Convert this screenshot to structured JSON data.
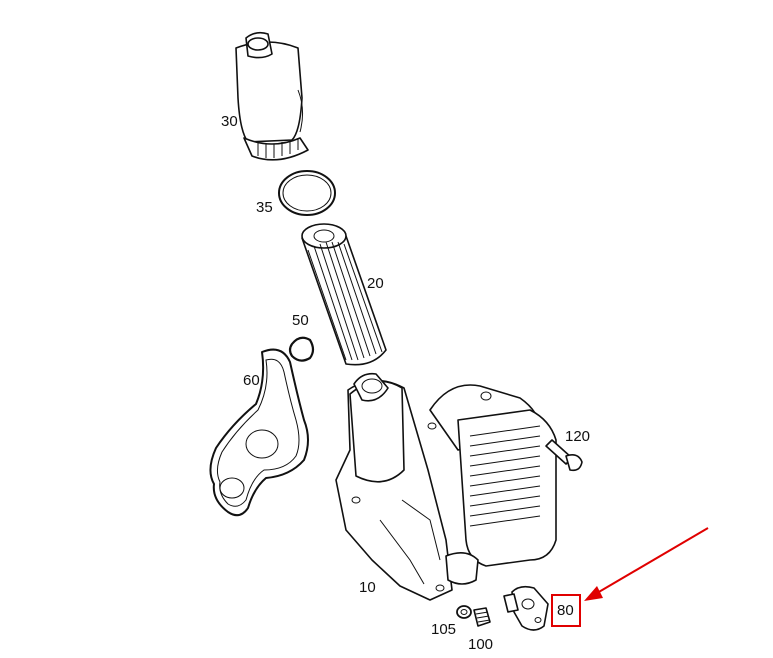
{
  "callouts": {
    "p30": "30",
    "p35": "35",
    "p20": "20",
    "p50": "50",
    "p60": "60",
    "p120": "120",
    "p10": "10",
    "p105": "105",
    "p100": "100",
    "p80": "80"
  },
  "highlight": {
    "part": "80",
    "color": "#e00000"
  }
}
